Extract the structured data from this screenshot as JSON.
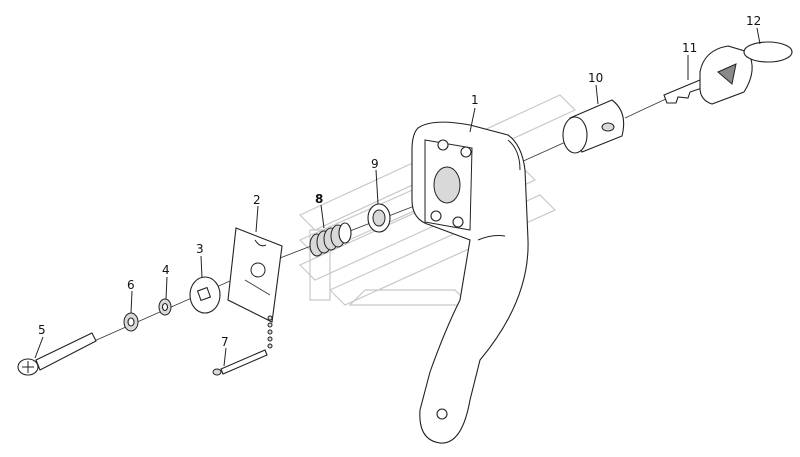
{
  "callouts": {
    "p1": "1",
    "p2": "2",
    "p3": "3",
    "p4": "4",
    "p5": "5",
    "p6": "6",
    "p7": "7",
    "p8": "8",
    "p9": "9",
    "p10": "10",
    "p11": "11",
    "p12": "12"
  },
  "icons": {
    "watermark": "watermark-logo-icon"
  }
}
